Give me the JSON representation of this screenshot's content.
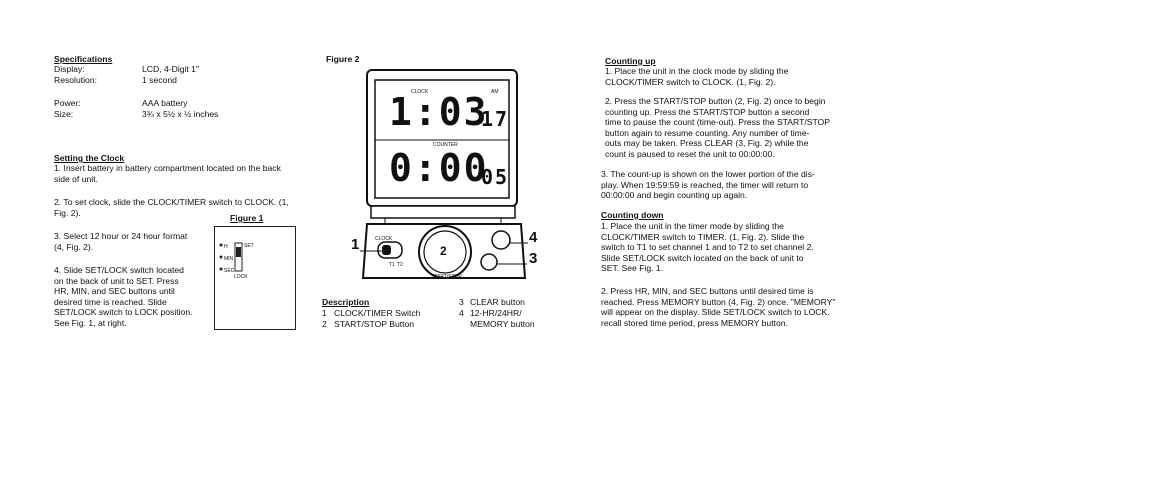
{
  "specifications": {
    "heading": "Specifications",
    "rows": [
      {
        "label": "Display:",
        "value": "LCD, 4-Digit 1\""
      },
      {
        "label": "Resolution:",
        "value": "1 second"
      },
      {
        "label": "Power:",
        "value": "AAA battery"
      },
      {
        "label": "Size:",
        "value": "3¾ x 5½ x ½ inches"
      }
    ]
  },
  "setting_clock": {
    "heading": "Setting the Clock",
    "p1": "1. Insert battery in battery compartment located on the back\nside of unit.",
    "p2": "2. To set clock, slide the CLOCK/TIMER switch to CLOCK. (1,\nFig. 2).",
    "p3": "3. Select 12 hour or 24 hour format\n(4, Fig. 2).",
    "p4": "4.  Slide SET/LOCK switch located\non the back of unit to SET. Press\nHR, MIN, and SEC buttons until\ndesired time is reached. Slide\nSET/LOCK switch to LOCK position.\nSee Fig. 1, at right."
  },
  "figure1": {
    "title": "Figure 1",
    "labels": [
      "H",
      "MIN",
      "SEC"
    ],
    "switch_labels": [
      "SET",
      "LOCK"
    ]
  },
  "figure2": {
    "title": "Figure 2",
    "display_top": "1:03",
    "display_top_small": "17",
    "display_bottom": "0:00",
    "display_bottom_small": "05",
    "top_label": "CLOCK",
    "top_label_right": "AM",
    "mid_label": "COUNTER",
    "callouts": [
      "1",
      "2",
      "3",
      "4"
    ],
    "switch_labels": [
      "CLOCK",
      "T1",
      "T2"
    ],
    "bottom_label": "START/STOP"
  },
  "description": {
    "heading": "Description",
    "items": [
      {
        "num": "1",
        "text": "CLOCK/TIMER Switch"
      },
      {
        "num": "2",
        "text": "START/STOP Button"
      },
      {
        "num": "3",
        "text": "CLEAR button"
      },
      {
        "num": "4",
        "text": "12-HR/24HR/\nMEMORY button"
      }
    ]
  },
  "counting_up": {
    "heading": "Counting up",
    "p1": "1. Place the unit in the clock mode by sliding the\nCLOCK/TIMER switch to CLOCK. (1, Fig. 2).",
    "p2": "2. Press the START/STOP button (2, Fig. 2) once to begin\ncounting up. Press the START/STOP button a second\ntime to pause the count (time-out). Press the START/STOP\nbutton again to resume counting. Any number of time-\nouts may be taken. Press CLEAR (3, Fig. 2) while the\ncount is paused to reset the unit to 00:00:00.",
    "p3": "3. The count-up is shown on the lower portion of the dis-\nplay. When 19:59:59 is reached, the timer will return to\n00:00:00 and begin counting up again."
  },
  "counting_down": {
    "heading": "Counting down",
    "p1": "1. Place the unit in the timer mode by sliding the\nCLOCK/TIMER switch to TIMER. (1, Fig. 2). Slide the\nswitch to T1 to set channel 1 and to T2 to set channel 2.\nSlide SET/LOCK switch located on the back of unit to\nSET.  See Fig. 1.",
    "p2": "2. Press HR, MIN, and SEC buttons until desired time is\nreached. Press MEMORY button (4, Fig. 2) once. \"MEMORY\"\nwill appear on the display. Slide SET/LOCK switch to LOCK.\nrecall stored time period, press MEMORY button."
  }
}
